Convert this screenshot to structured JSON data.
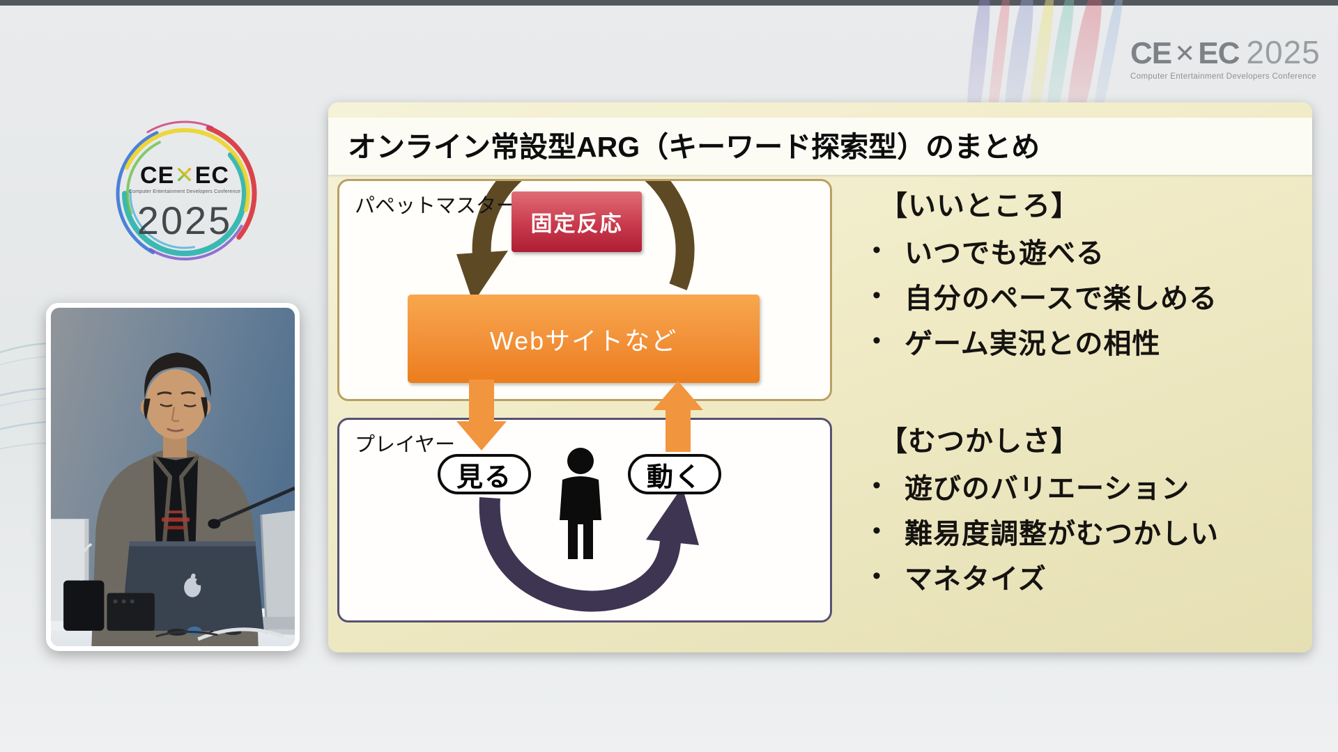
{
  "cedec": {
    "brand_prefix": "CE",
    "brand_x": "✕",
    "brand_suffix": "EC",
    "year": "2025",
    "subtitle": "Computer Entertainment Developers Conference"
  },
  "slide": {
    "title": "オンライン常設型ARG（キーワード探索型）のまとめ",
    "bullet_char": "•",
    "puppet_master": {
      "label": "パペットマスター",
      "fixed_response_label": "固定反応",
      "website_label": "Webサイトなど"
    },
    "player": {
      "label": "プレイヤー",
      "watch_label": "見る",
      "act_label": "動く"
    },
    "pros": {
      "heading": "【いいところ】",
      "items": [
        "いつでも遊べる",
        "自分のペースで楽しめる",
        "ゲーム実況との相性"
      ]
    },
    "cons": {
      "heading": "【むつかしさ】",
      "items": [
        "遊びのバリエーション",
        "難易度調整がむつかしい",
        "マネタイズ"
      ]
    }
  },
  "colors": {
    "slide_bg": "#f0ebc6",
    "title_band": "#fcfcf5",
    "accent_orange": "#ec7d1d",
    "accent_red": "#ae1e34",
    "arrow_brown": "#5d4a24",
    "arrow_purple": "#3e3553",
    "box_border_tan": "#b99f62",
    "box_border_purple": "#575073",
    "page_bg": "#e9ebec",
    "watermark_gray": "#7e8286"
  }
}
